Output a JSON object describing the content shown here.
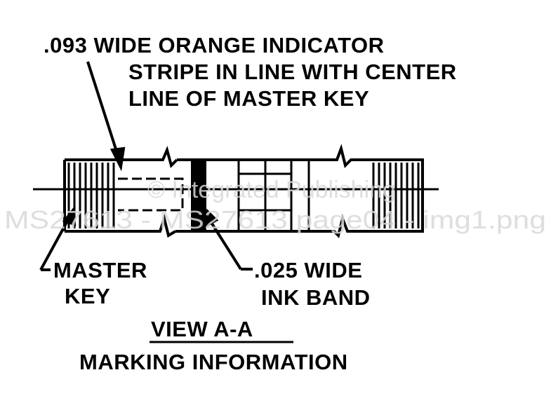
{
  "labels": {
    "indicator_line1": ".093  WIDE ORANGE INDICATOR",
    "indicator_line2": "STRIPE IN LINE WITH CENTER",
    "indicator_line3": "LINE OF MASTER KEY",
    "master_key_line1": "MASTER",
    "master_key_line2": "KEY",
    "ink_band_line1": ".025 WIDE",
    "ink_band_line2": "INK BAND",
    "view_title": "VIEW  A-A",
    "view_subtitle": "MARKING INFORMATION"
  },
  "watermark": {
    "line1": "© Integrated Publishing",
    "line2": "MS27613 - MS27613 page04 - img1.png"
  }
}
